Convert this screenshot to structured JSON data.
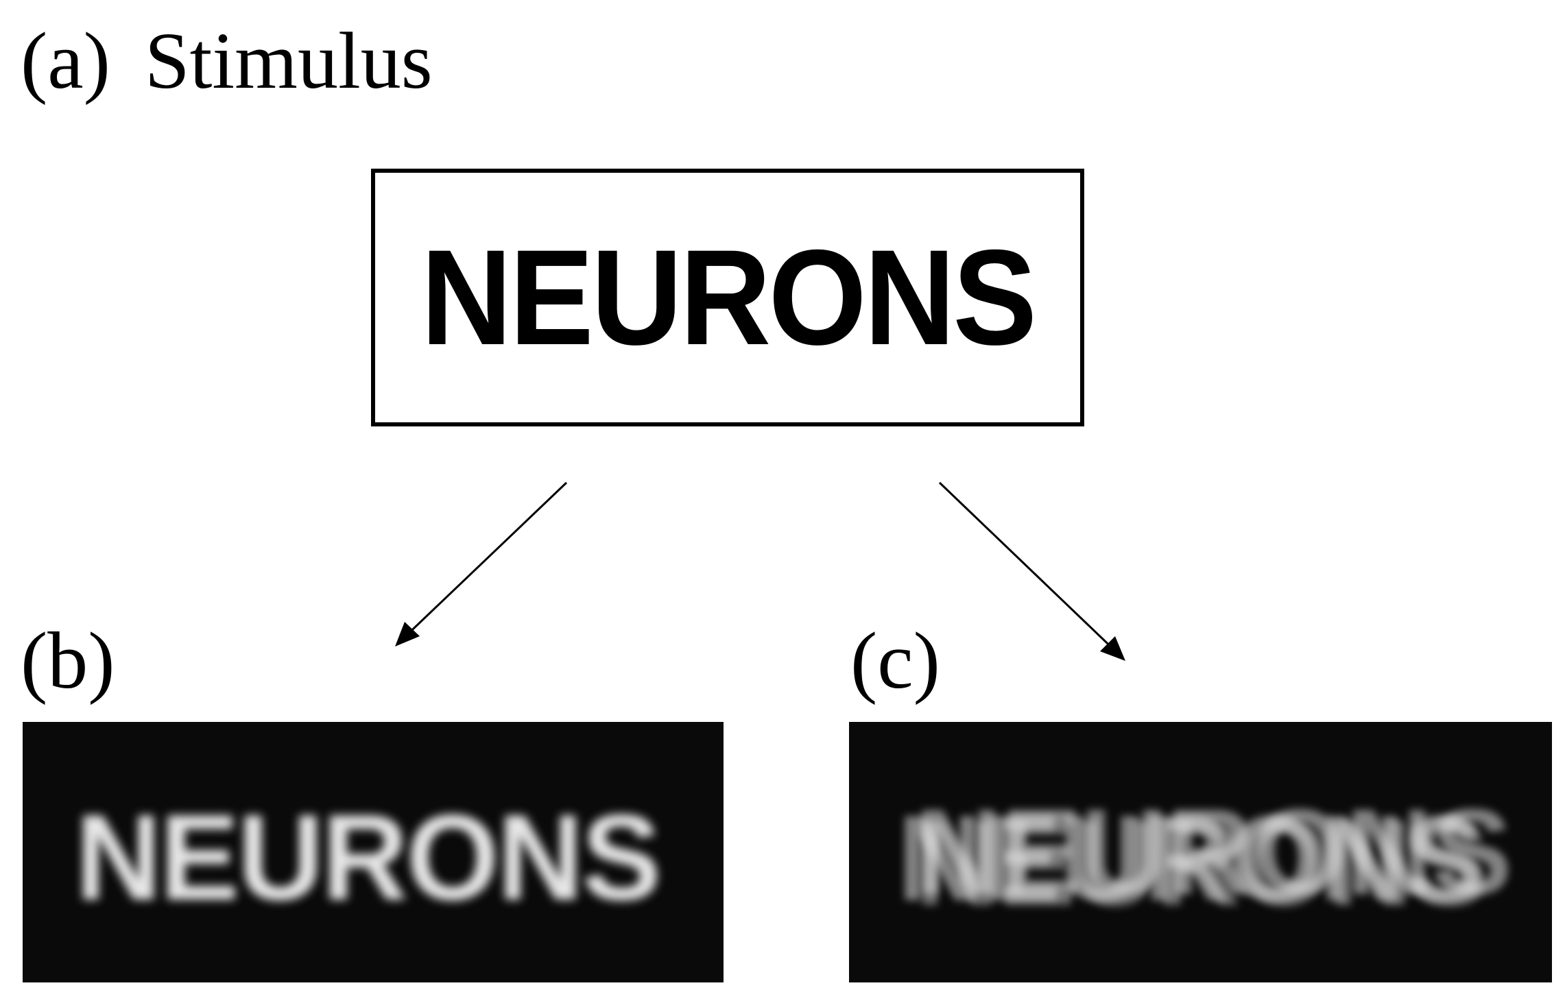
{
  "panels": {
    "a": {
      "label": "(a)",
      "title": "Stimulus"
    },
    "b": {
      "label": "(b)"
    },
    "c": {
      "label": "(c)"
    }
  },
  "stimulus": {
    "word": "NEURONS"
  },
  "blurred_b": {
    "word": "NEURONS"
  },
  "blurred_c": {
    "word": "NEURONS"
  },
  "colors": {
    "panel_background": "#0a0a0a",
    "text_light": "#e6e6e6",
    "line": "#000000"
  }
}
